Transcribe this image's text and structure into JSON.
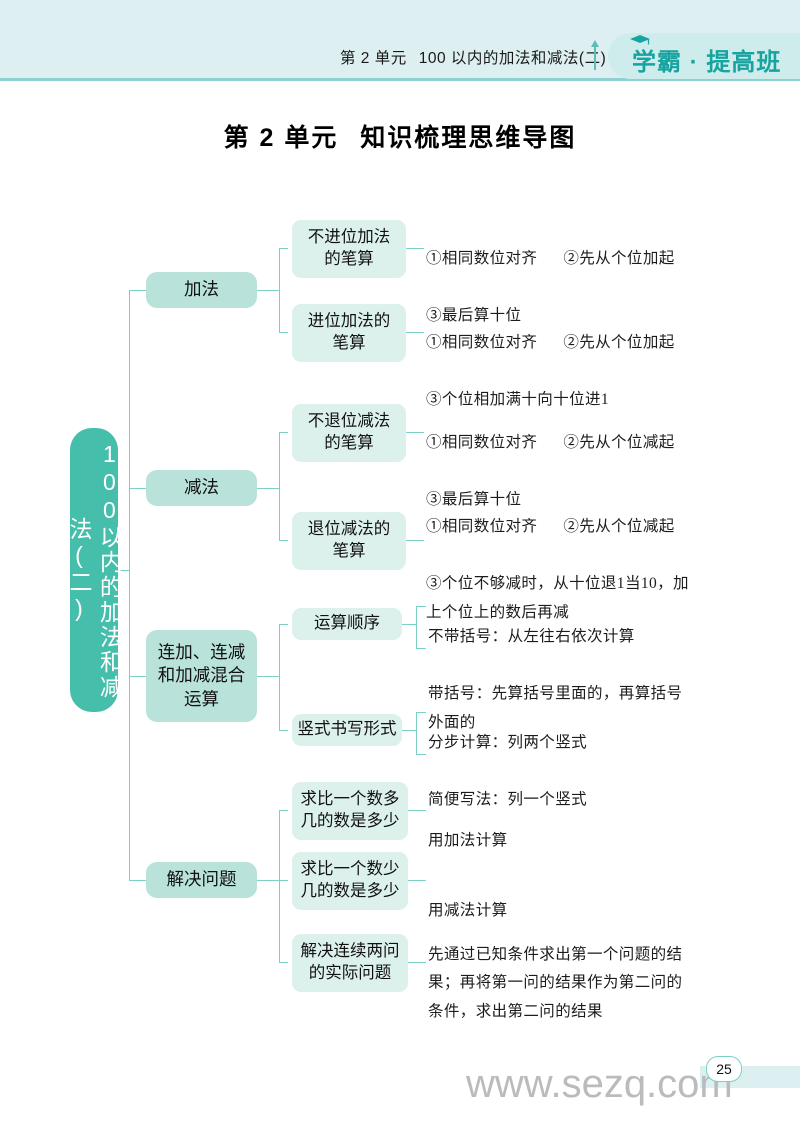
{
  "header": {
    "unit_text": "第 2 单元",
    "chapter_text": "100 以内的加法和减法(二)",
    "logo_text": "学霸 · 提高班",
    "logo_icon": "graduation-cap-icon"
  },
  "main_title": {
    "part1": "第 2 单元",
    "part2": "知识梳理思维导图"
  },
  "mindmap": {
    "root": "100以内的加法和减法(二)",
    "branches": [
      {
        "label": "加法",
        "children": [
          {
            "label": "不进位加法\n的笔算",
            "detail_line1": "①相同数位对齐",
            "detail_line1b": "②先从个位加起",
            "detail_line2": "③最后算十位"
          },
          {
            "label": "进位加法的\n笔算",
            "detail_line1": "①相同数位对齐",
            "detail_line1b": "②先从个位加起",
            "detail_line2": "③个位相加满十向十位进1"
          }
        ]
      },
      {
        "label": "减法",
        "children": [
          {
            "label": "不退位减法\n的笔算",
            "detail_line1": "①相同数位对齐",
            "detail_line1b": "②先从个位减起",
            "detail_line2": "③最后算十位"
          },
          {
            "label": "退位减法的\n笔算",
            "detail_line1": "①相同数位对齐",
            "detail_line1b": "②先从个位减起",
            "detail_line2": "③个位不够减时，从十位退1当10，加\n上个位上的数后再减"
          }
        ]
      },
      {
        "label": "连加、连减\n和加减混合\n运算",
        "children": [
          {
            "label": "运算顺序",
            "detail_line1": "不带括号：从左往右依次计算",
            "detail_line2": "带括号：先算括号里面的，再算括号\n外面的"
          },
          {
            "label": "竖式书写形式",
            "detail_line1": "分步计算：列两个竖式",
            "detail_line2": "简便写法：列一个竖式"
          }
        ]
      },
      {
        "label": "解决问题",
        "children": [
          {
            "label": "求比一个数多\n几的数是多少",
            "detail_line1": "用加法计算"
          },
          {
            "label": "求比一个数少\n几的数是多少",
            "detail_line1": "用减法计算"
          },
          {
            "label": "解决连续两问\n的实际问题",
            "detail_line1": "先通过已知条件求出第一个问题的结\n果；再将第一问的结果作为第二问的\n条件，求出第二问的结果"
          }
        ]
      }
    ]
  },
  "footer": {
    "watermark": "www.sezq.com",
    "page_number": "25"
  },
  "colors": {
    "root_fill": "#45bfab",
    "level2_fill": "#b9e2da",
    "level3_fill": "#ddf1ec",
    "connector": "#7ccfc4",
    "header_band": "#ddeff1",
    "logo_text": "#17a3a0"
  }
}
